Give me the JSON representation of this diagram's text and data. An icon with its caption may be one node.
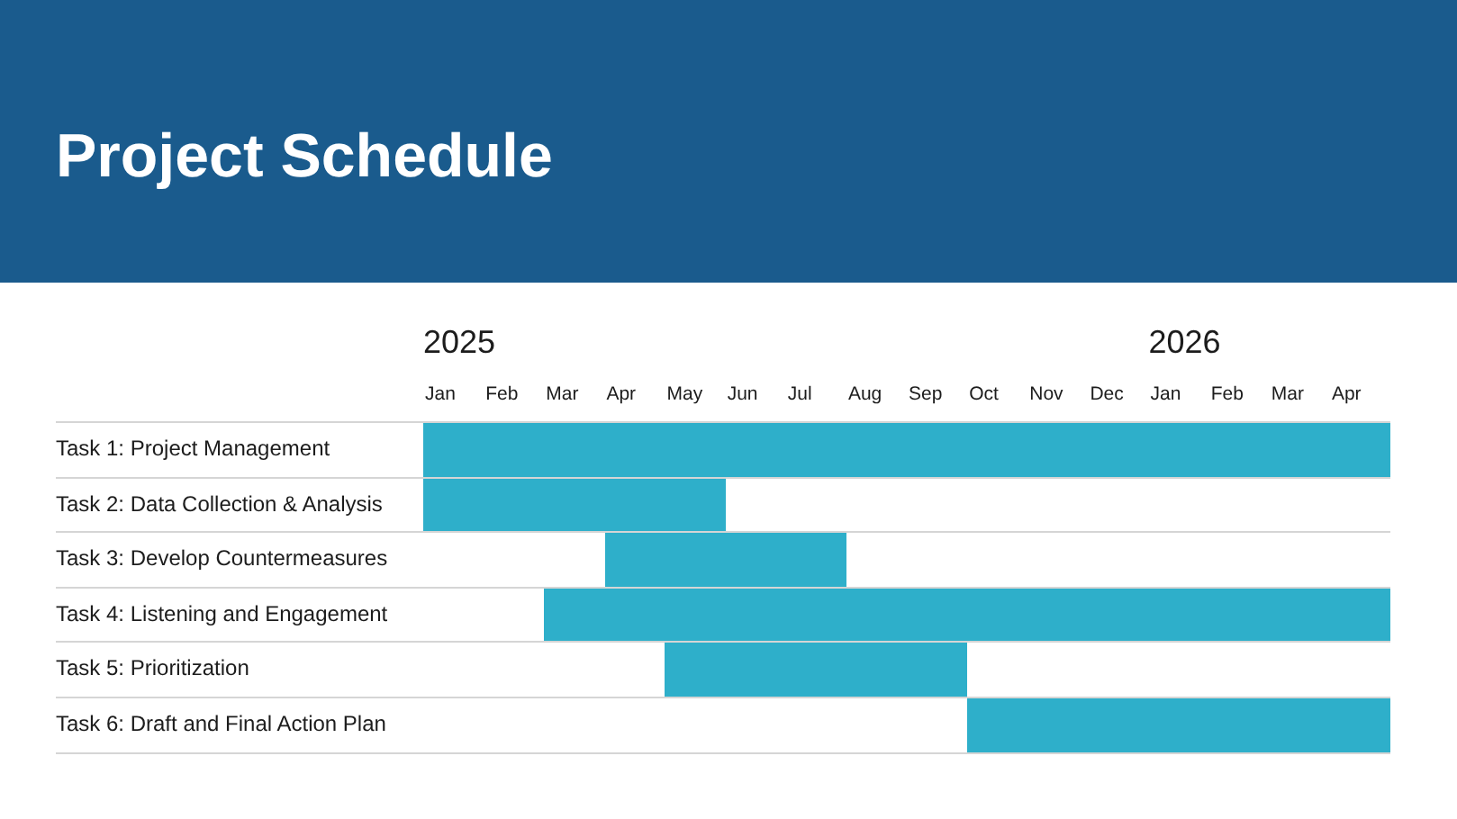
{
  "diagram": {
    "title": "Project Schedule",
    "nodes": [
      {
        "text": [
          "Task 1: Project Management"
        ]
      },
      {
        "text": [],
        "shape": "bar",
        "in": 0
      },
      {
        "text": [
          "Task 2: Data Collection & Analysis"
        ]
      },
      {
        "text": [],
        "shape": "bar",
        "in": 2
      },
      {
        "text": [
          "Task 3: Develop Countermeasures"
        ]
      },
      {
        "text": [],
        "shape": "bar",
        "in": 4
      },
      {
        "text": [
          "Task 4: Listening and Engagement"
        ]
      },
      {
        "text": [],
        "shape": "bar",
        "in": 6
      },
      {
        "text": [
          "Task 5: Prioritization"
        ]
      },
      {
        "text": [],
        "shape": "bar",
        "in": 8
      },
      {
        "text": [
          "Task 6: Draft and Final Action Plan"
        ]
      },
      {
        "text": [],
        "shape": "bar",
        "in": 10
      }
    ],
    "labels": [
      "2025",
      "2026",
      "Jan",
      "Feb",
      "Mar",
      "Apr",
      "May",
      "Jun",
      "Jul",
      "Aug",
      "Sep",
      "Oct",
      "Nov",
      "Dec",
      "Jan",
      "Feb",
      "Mar",
      "Apr"
    ]
  }
}
